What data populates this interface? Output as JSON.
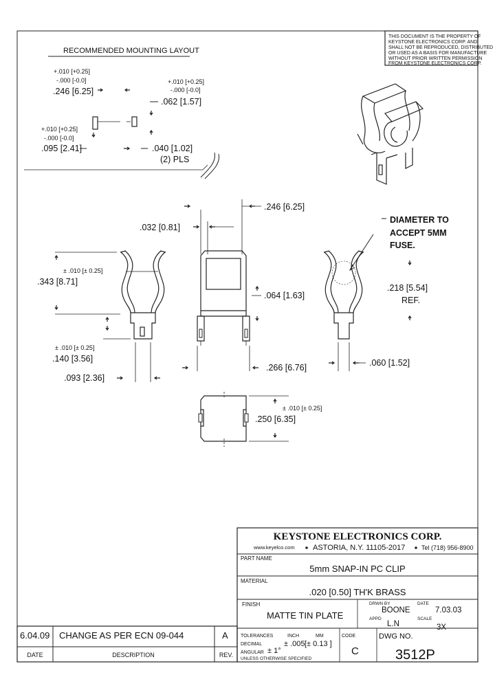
{
  "notice": {
    "lines": [
      "THIS DOCUMENT IS THE PROPERTY OF",
      "KEYSTONE ELECTRONICS CORP. AND",
      "SHALL NOT BE REPRODUCED, DISTRIBUTED",
      "OR USED AS A BASIS FOR MANUFACTURE",
      "WITHOUT PRIOR WRITTEN PERMISSION",
      "FROM KEYSTONE ELECTRONICS CORP."
    ]
  },
  "layout": {
    "title": "RECOMMENDED MOUNTING LAYOUT",
    "tol_a_plus": "+.010 [+0.25]",
    "tol_a_minus": "-.000 [-0.0]",
    "dim_a": ".246 [6.25]",
    "tol_b_plus": "+.010 [+0.25]",
    "tol_b_minus": "-.000 [-0.0]",
    "dim_b": ".062 [1.57]",
    "tol_c_plus": "+.010 [+0.25]",
    "tol_c_minus": "-.000 [-0.0]",
    "dim_c": ".095 [2.41]",
    "dim_d": ".040 [1.02]",
    "pls": "(2) PLS"
  },
  "views": {
    "front_w": ".246 [6.25]",
    "front_tab": ".032 [0.81]",
    "front_pin": ".064 [1.63]",
    "front_overall": ".266 [6.76]",
    "side_height": ".343 [8.71]",
    "side_height_tol": "± .010 [± 0.25]",
    "side_leg_tol": "± .010 [± 0.25]",
    "side_leg": ".140 [3.56]",
    "side_base": ".093 [2.36]",
    "end_note_1": "DIAMETER TO",
    "end_note_2": "ACCEPT 5MM",
    "end_note_3": "FUSE.",
    "end_dia": ".218 [5.54]",
    "end_ref": "REF.",
    "end_pin": ".060 [1.52]",
    "bottom_tol": "± .010 [± 0.25]",
    "bottom_w": ".250 [6.35]"
  },
  "title_block": {
    "company": "KEYSTONE ELECTRONICS CORP.",
    "web": "www.keyelco.com",
    "address": "ASTORIA, N.Y. 11105-2017",
    "tel": "Tel (718) 956-8900",
    "part_name_label": "PART NAME",
    "part_name": "5mm SNAP-IN PC CLIP",
    "material_label": "MATERIAL",
    "material": ".020 [0.50] TH'K BRASS",
    "finish_label": "FINISH",
    "finish": "MATTE TIN PLATE",
    "drawn_label": "DRWN BY",
    "drawn_by": "BOONE",
    "date_label": "DATE",
    "date": "7.03.03",
    "appd_label": "APPD",
    "appd_by": "L.N",
    "scale_label": "SCALE",
    "scale": "3X",
    "tol_label": "TOLERANCES",
    "inch_label": "INCH",
    "mm_label": "MM",
    "code_label": "CODE",
    "dwg_label": "DWG NO.",
    "decimal_label": "DECIMAL",
    "decimal_tol": "± .005",
    "decimal_tol_mm": "[± 0.13 ]",
    "angular_label": "ANGULAR",
    "angular_tol": "± 1°",
    "unless": "UNLESS OTHERWISE SPECIFIED",
    "code": "C",
    "dwg_no": "3512P"
  },
  "revision": {
    "date": "6.04.09",
    "description": "CHANGE  AS  PER  ECN  09-044",
    "rev": "A",
    "date_header": "DATE",
    "desc_header": "DESCRIPTION",
    "rev_header": "REV."
  }
}
